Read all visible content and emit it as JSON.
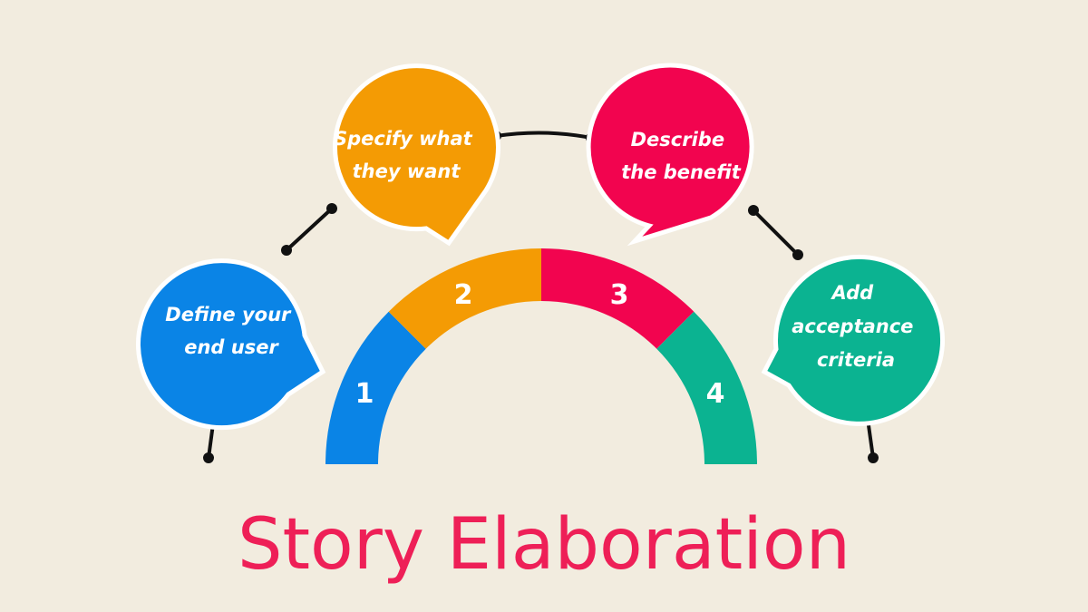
{
  "title": "Story Elaboration",
  "steps": [
    {
      "number": "1",
      "lines": [
        "Define your",
        "end user"
      ],
      "color": "#0a84e6"
    },
    {
      "number": "2",
      "lines": [
        "Specify what",
        "they want"
      ],
      "color": "#f49b04"
    },
    {
      "number": "3",
      "lines": [
        "Describe",
        "the benefit"
      ],
      "color": "#f2044f"
    },
    {
      "number": "4",
      "lines": [
        "Add",
        "acceptance",
        "criteria"
      ],
      "color": "#0bb391"
    }
  ],
  "colors": {
    "background": "#f2ecdf",
    "title": "#ee1f57",
    "connector": "#111111",
    "bubble_border": "#ffffff"
  }
}
